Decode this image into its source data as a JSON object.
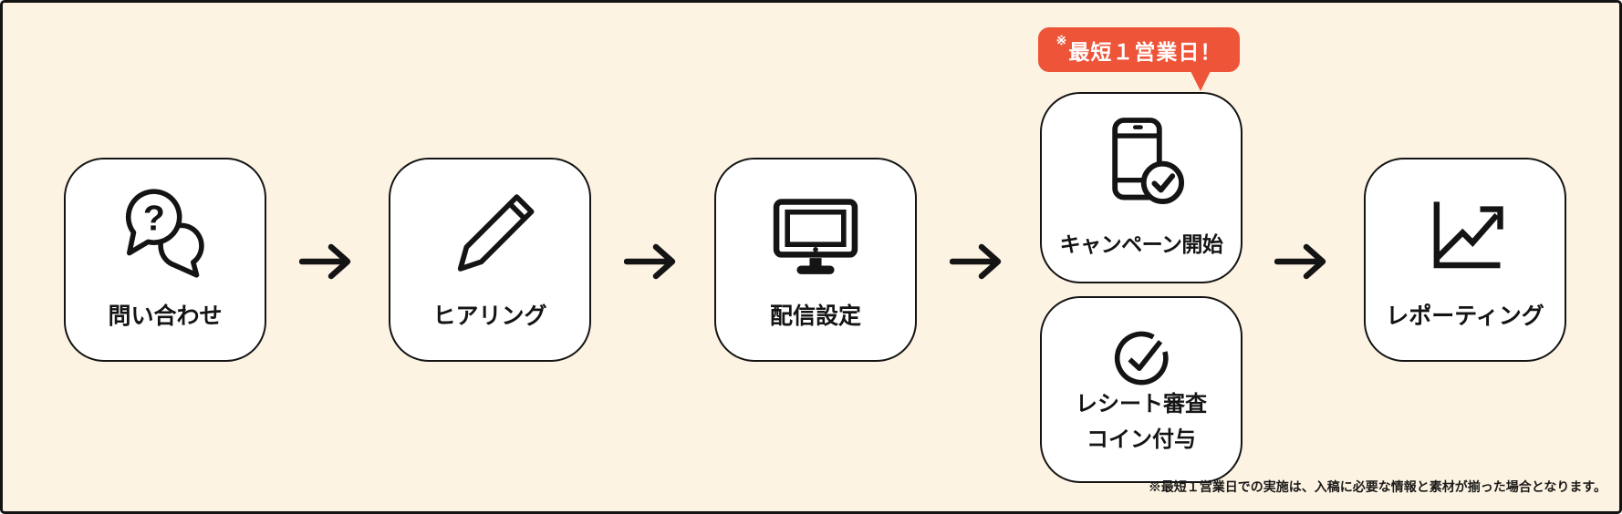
{
  "canvas": {
    "background": "#FDF3E2",
    "border_color": "#141414"
  },
  "badge": {
    "marker": "※",
    "text": "最短１営業日！",
    "background": "#EE5438",
    "text_color": "#FFFFFF"
  },
  "steps": [
    {
      "label": "問い合わせ",
      "icon": "question-chat-icon"
    },
    {
      "label": "ヒアリング",
      "icon": "pencil-icon"
    },
    {
      "label": "配信設定",
      "icon": "desktop-monitor-icon"
    },
    {
      "label": "キャンペーン開始",
      "icon": "smartphone-check-icon"
    },
    {
      "label_line1": "レシート審査",
      "label_line2": "コイン付与",
      "icon": "check-circle-icon"
    },
    {
      "label": "レポーティング",
      "icon": "line-chart-icon"
    }
  ],
  "footnote": "※最短１営業日での実施は、入稿に必要な情報と素材が揃った場合となります。"
}
